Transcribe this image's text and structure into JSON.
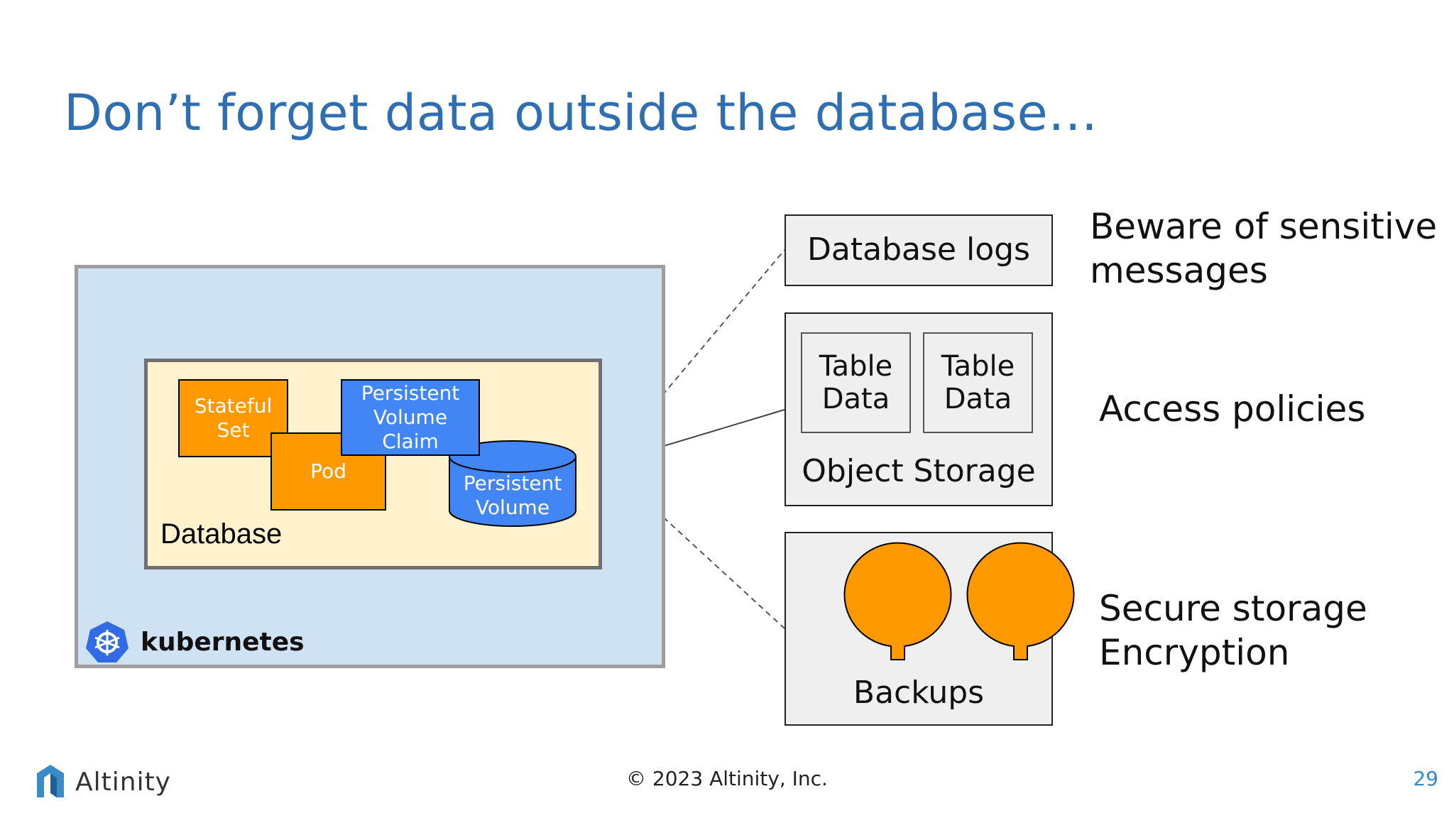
{
  "slide": {
    "title": "Don’t forget data outside the database…",
    "footer": {
      "logo_text": "Altinity",
      "copyright": "© 2023 Altinity, Inc.",
      "page_number": "29"
    }
  },
  "kubernetes": {
    "label": "kubernetes",
    "logo_icon": "kubernetes-helm-icon"
  },
  "database": {
    "label": "Database",
    "stateful_set": "Stateful\nSet",
    "pod": "Pod",
    "pvc": "Persistent\nVolume\nClaim",
    "pv": "Persistent\nVolume"
  },
  "storage": {
    "logs": "Database logs",
    "table_data_1": "Table\nData",
    "table_data_2": "Table\nData",
    "object_storage": "Object Storage",
    "backups": "Backups"
  },
  "notes": {
    "logs_note": "Beware of sensitive\nmessages",
    "access_note": "Access policies",
    "secure_note": "Secure storage\nEncryption"
  },
  "colors": {
    "title": "#2f6eb0",
    "orange": "#ff9900",
    "blue": "#4285f4",
    "k8s_bg": "#cfe2f3",
    "db_bg": "#fff2cc"
  }
}
